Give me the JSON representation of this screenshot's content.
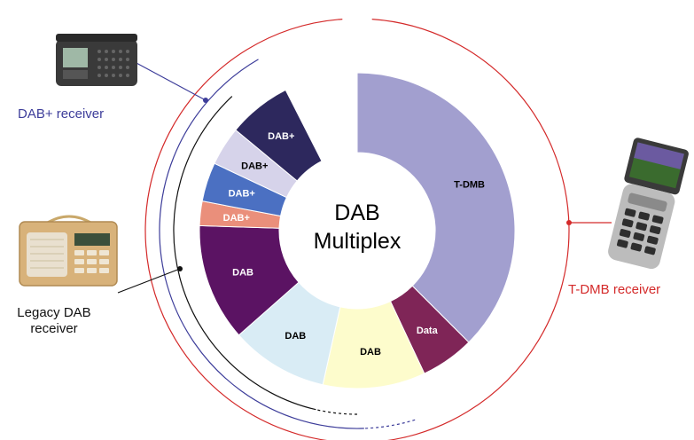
{
  "center": {
    "line1": "DAB",
    "line2": "Multiplex"
  },
  "colors": {
    "dabplus_receiver": "#3d3d9a",
    "legacy_receiver": "#111111",
    "tdmb_receiver": "#d42a2a"
  },
  "receivers": {
    "dabplus": {
      "label": "DAB+ receiver",
      "icon": "dab-plus-radio-icon"
    },
    "legacy": {
      "line1": "Legacy DAB",
      "line2": "receiver",
      "icon": "legacy-dab-radio-icon"
    },
    "tdmb": {
      "label": "T-DMB receiver",
      "icon": "tdmb-phone-icon"
    }
  },
  "segments": [
    {
      "label": "T-DMB",
      "share": 0.375,
      "color": "#a29fcf",
      "text_color": "#000000"
    },
    {
      "label": "Data",
      "share": 0.055,
      "color": "#7f2557",
      "text_color": "#ffffff"
    },
    {
      "label": "DAB",
      "share": 0.105,
      "color": "#fdfccc",
      "text_color": "#000000"
    },
    {
      "label": "DAB",
      "share": 0.1,
      "color": "#d9ecf5",
      "text_color": "#000000"
    },
    {
      "label": "DAB",
      "share": 0.12,
      "color": "#5b1363",
      "text_color": "#ffffff"
    },
    {
      "label": "DAB+",
      "share": 0.025,
      "color": "#ea8f7b",
      "text_color": "#ffffff"
    },
    {
      "label": "DAB+",
      "share": 0.04,
      "color": "#4b70c2",
      "text_color": "#ffffff"
    },
    {
      "label": "DAB+",
      "share": 0.04,
      "color": "#d6d3ea",
      "text_color": "#000000"
    },
    {
      "label": "DAB+",
      "share": 0.065,
      "color": "#2d285d",
      "text_color": "#ffffff"
    }
  ]
}
